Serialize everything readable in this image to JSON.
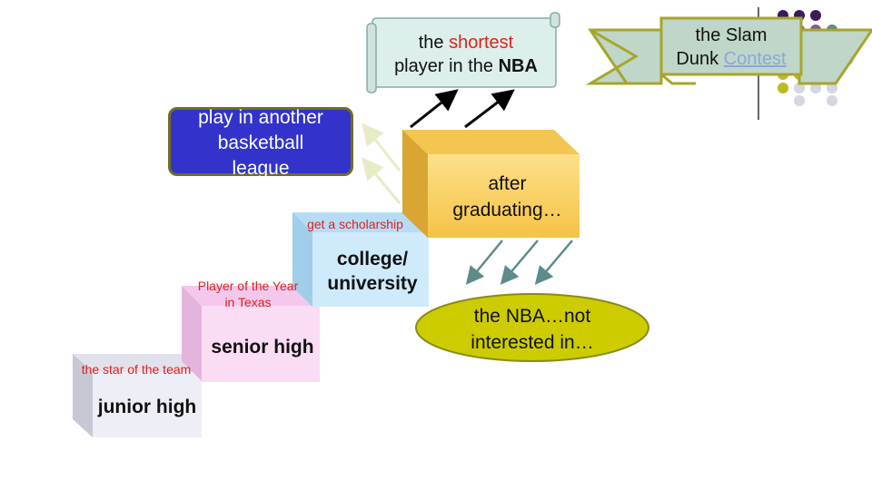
{
  "steps": {
    "junior": {
      "label": "junior high",
      "note": "the star of the team"
    },
    "senior": {
      "label": "senior high",
      "note_line1": "Player of the Year",
      "note_line2": "in Texas"
    },
    "college": {
      "label_line1": "college/",
      "label_line2": "university",
      "note": "get a scholarship"
    },
    "after": {
      "label_line1": "after",
      "label_line2": "graduating…"
    }
  },
  "outcomes": {
    "scroll": {
      "text_pre": "the ",
      "text_highlight": "shortest",
      "text_line2_pre": "player in the ",
      "text_line2_bold": "NBA"
    },
    "league": {
      "line1": "play in another",
      "line2": "basketball",
      "line3": "league"
    },
    "ellipse": {
      "line1": "the NBA…not",
      "line2": "interested in…"
    }
  },
  "banner": {
    "line1": "the Slam",
    "line2_pre": "Dunk ",
    "line2_link": "Contest"
  },
  "colors": {
    "junior": "#eeeef6",
    "senior": "#fbdcf5",
    "college": "#cfeafb",
    "after": "#fbd56a",
    "league": "#3333cc",
    "ellipse": "#cccc00",
    "banner": "#bfd6c9",
    "scroll": "#dcefeb",
    "note_red": "#e0211d",
    "arrow_dark": "#000000",
    "arrow_teal": "#5e8a8a",
    "arrow_pale": "#e7ecc6",
    "link_blue": "#8aa6e0"
  }
}
